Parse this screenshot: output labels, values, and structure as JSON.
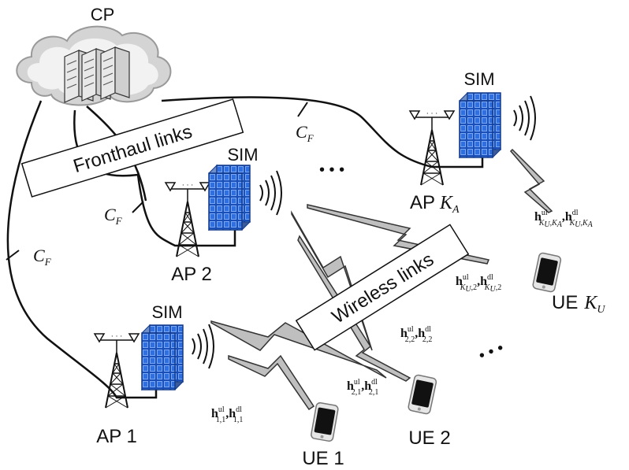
{
  "labels": {
    "cp": "CP",
    "fronthaul": "Fronthaul links",
    "wireless": "Wireless links",
    "sim": "SIM",
    "ap1": "AP 1",
    "ap2": "AP 2",
    "apk_prefix": "AP",
    "apk_var": "K",
    "apk_sub": "A",
    "ue1": "UE 1",
    "ue2": "UE 2",
    "uek_prefix": "UE",
    "uek_var": "K",
    "uek_sub": "U",
    "cf_var": "C",
    "cf_sub": "F",
    "dots": "• • •"
  },
  "channels": {
    "h": "h",
    "ul": "ul",
    "dl": "dl",
    "sub_11": "1,1",
    "sub_21": "2,1",
    "sub_22": "2,2",
    "sub_ku2": "K",
    "sub_ku2_u": "U",
    "sub_ku2_rest": ",2",
    "sub_kuka": "K",
    "sub_kuka_u": "U",
    "sub_kuka_mid": ",K",
    "sub_kuka_a": "A",
    "comma": ","
  },
  "colors": {
    "line": "#111111",
    "sim_fill": "#1a4fb8",
    "sim_grid": "#7fb0ff",
    "cloud": "#d9d9d9",
    "bolt": "#bdbdbd"
  }
}
